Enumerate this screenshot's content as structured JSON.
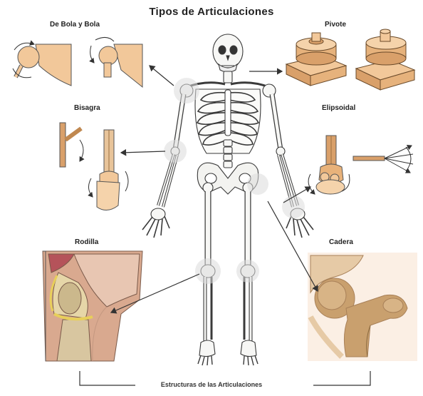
{
  "title": "Tipos de Articulaciones",
  "labels": {
    "ball_socket": "De Bola y Bola",
    "pivot": "Pivote",
    "hinge": "Bisagra",
    "ellipsoid": "Elipsoidal",
    "knee": "Rodilla",
    "hip": "Cadera"
  },
  "caption": "Estructuras de las Articulaciones",
  "colors": {
    "bone_outline": "#3a3a3a",
    "joint_beige": "#f2c89a",
    "joint_beige_dark": "#d9a06a",
    "knee_tissue": "#d9a98f",
    "knee_muscle": "#b5535a",
    "hip_bone": "#c9a06e",
    "cartilage": "#e8cf5a",
    "arrow": "#333333"
  }
}
